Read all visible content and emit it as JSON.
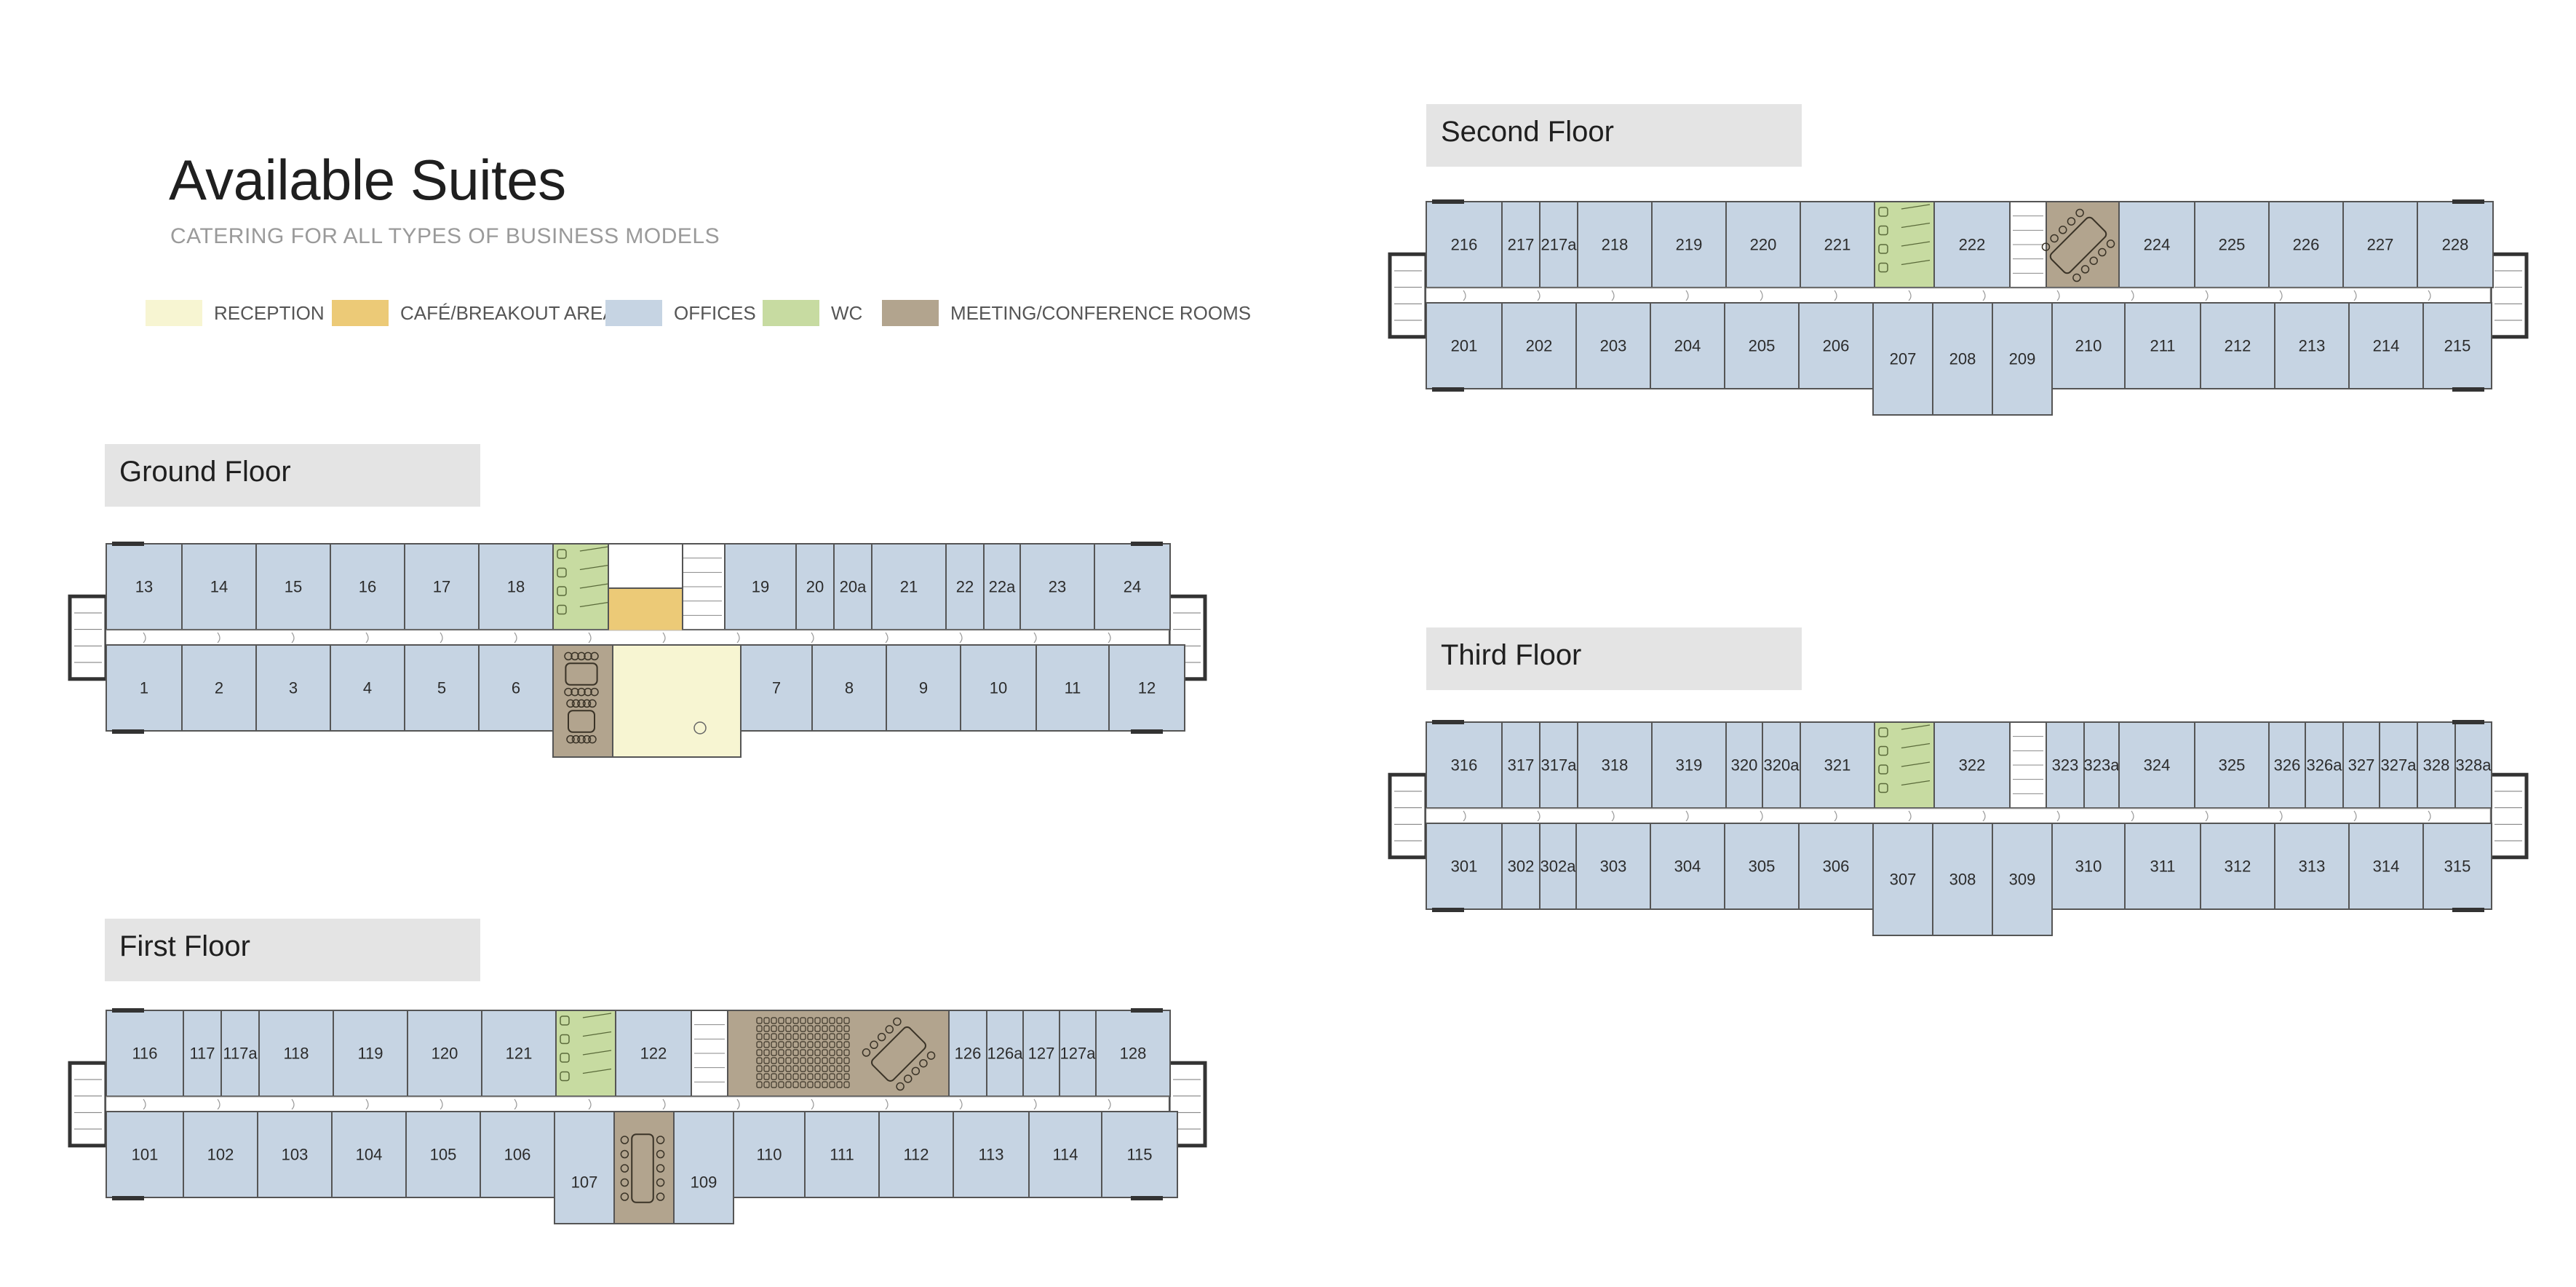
{
  "header": {
    "title": "Available Suites",
    "subtitle": "CATERING FOR ALL TYPES OF BUSINESS MODELS"
  },
  "legend": [
    {
      "label": "RECEPTION",
      "color": "#f7f5d2"
    },
    {
      "label": "CAFÉ/BREAKOUT AREA",
      "color": "#ecca77"
    },
    {
      "label": "OFFICES",
      "color": "#c6d4e3"
    },
    {
      "label": "WC",
      "color": "#c7dba1"
    },
    {
      "label": "MEETING/CONFERENCE ROOMS",
      "color": "#b2a48e"
    }
  ],
  "colors": {
    "office": "#c6d4e3",
    "wc": "#c7dba1",
    "meeting": "#b2a48e",
    "reception": "#f7f5d2",
    "cafe": "#ecca77",
    "wall": "#555555",
    "corridor": "#ffffff"
  },
  "floors": {
    "ground": {
      "title": "Ground Floor",
      "top_rooms": [
        "13",
        "14",
        "15",
        "16",
        "17",
        "18",
        "19",
        "20",
        "20a",
        "21",
        "22",
        "22a",
        "23",
        "24"
      ],
      "bottom_rooms": [
        "1",
        "2",
        "3",
        "4",
        "5",
        "6",
        "7",
        "8",
        "9",
        "10",
        "11",
        "12"
      ]
    },
    "first": {
      "title": "First Floor",
      "top_rooms": [
        "116",
        "117",
        "117a",
        "118",
        "119",
        "120",
        "121",
        "122",
        "126",
        "126a",
        "127",
        "127a",
        "128"
      ],
      "bottom_rooms": [
        "101",
        "102",
        "103",
        "104",
        "105",
        "106",
        "107",
        "109",
        "110",
        "111",
        "112",
        "113",
        "114",
        "115"
      ]
    },
    "second": {
      "title": "Second Floor",
      "top_rooms": [
        "216",
        "217",
        "217a",
        "218",
        "219",
        "220",
        "221",
        "222",
        "224",
        "225",
        "226",
        "227",
        "228"
      ],
      "bottom_rooms": [
        "201",
        "202",
        "203",
        "204",
        "205",
        "206",
        "207",
        "208",
        "209",
        "210",
        "211",
        "212",
        "213",
        "214",
        "215"
      ]
    },
    "third": {
      "title": "Third Floor",
      "top_rooms": [
        "316",
        "317",
        "317a",
        "318",
        "319",
        "320",
        "320a",
        "321",
        "322",
        "323",
        "323a",
        "324",
        "325",
        "326",
        "326a",
        "327",
        "327a",
        "328",
        "328a"
      ],
      "bottom_rooms": [
        "301",
        "302",
        "302a",
        "303",
        "304",
        "305",
        "306",
        "307",
        "308",
        "309",
        "310",
        "311",
        "312",
        "313",
        "314",
        "315"
      ]
    }
  }
}
